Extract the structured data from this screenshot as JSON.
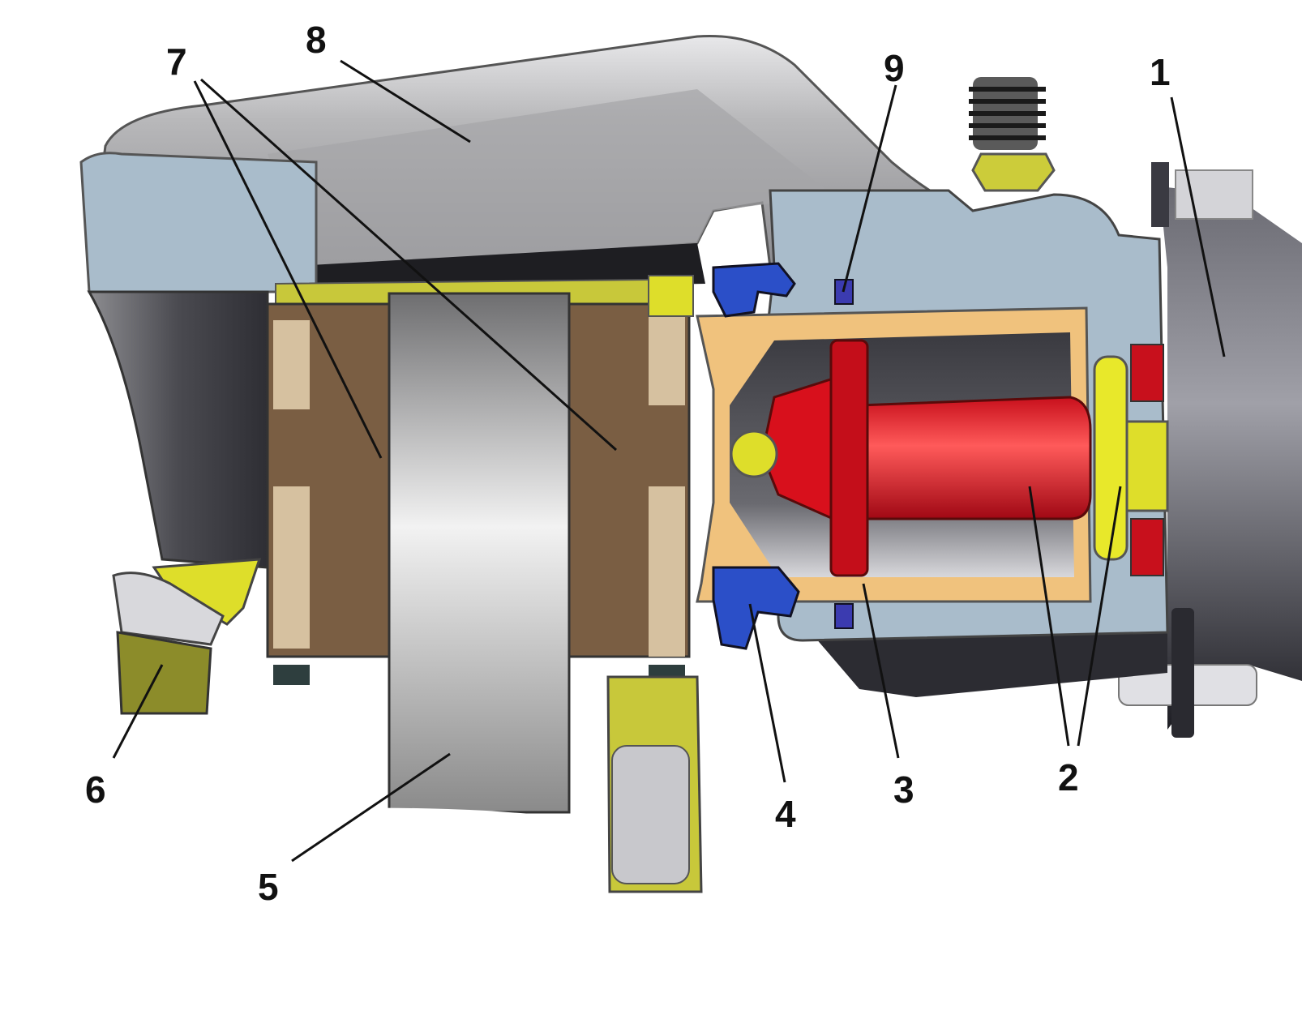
{
  "figure": {
    "callouts": [
      {
        "id": "c1",
        "label": "1"
      },
      {
        "id": "c2",
        "label": "2"
      },
      {
        "id": "c3",
        "label": "3"
      },
      {
        "id": "c4",
        "label": "4"
      },
      {
        "id": "c5",
        "label": "5"
      },
      {
        "id": "c6",
        "label": "6"
      },
      {
        "id": "c7",
        "label": "7"
      },
      {
        "id": "c8",
        "label": "8"
      },
      {
        "id": "c9",
        "label": "9"
      }
    ],
    "colors": {
      "background": "#ffffff",
      "caliper_body": "#a9bccb",
      "caliper_shadow": "#3e3e44",
      "bridge_silver": "#a7a7a9",
      "brake_pad": "#7a5e43",
      "pad_backing": "#d6c1a0",
      "piston_tan": "#f0c27d",
      "red_piston": "#e01424",
      "yellow_parts": "#dede2a",
      "blue_seal": "#2b4fc8",
      "disc_gray": "#8e8e8e",
      "dark_cylinder": "#2e2e36"
    }
  }
}
